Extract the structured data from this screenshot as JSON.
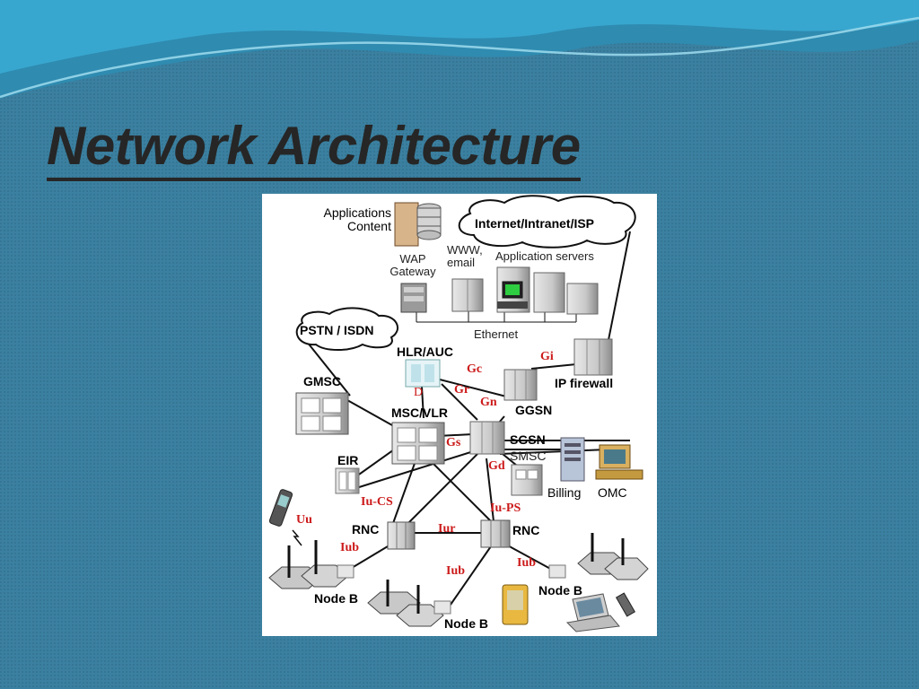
{
  "slide": {
    "title": "Network Architecture"
  },
  "diagram": {
    "labels": {
      "applications_content": "Applications\nContent",
      "internet": "Internet/Intranet/ISP",
      "www_email": "WWW,\nemail",
      "wap_gateway": "WAP\nGateway",
      "application_servers": "Application servers",
      "pstn": "PSTN / ISDN",
      "ethernet": "Ethernet",
      "hlr_auc": "HLR/AUC",
      "ip_firewall": "IP firewall",
      "gmsc": "GMSC",
      "msc_vlr": "MSC/VLR",
      "ggsn": "GGSN",
      "sgsn": "SGSN",
      "smsc": "SMSC",
      "eir": "EIR",
      "billing": "Billing",
      "omc": "OMC",
      "rnc_left": "RNC",
      "rnc_right": "RNC",
      "node_b_left": "Node B",
      "node_b_center": "Node B",
      "node_b_right": "Node B"
    },
    "interfaces": {
      "gi": "Gi",
      "gc": "Gc",
      "gr": "Gr",
      "gn": "Gn",
      "d": "D",
      "gs": "Gs",
      "gd": "Gd",
      "iu_cs": "Iu-CS",
      "iu_ps": "Iu-PS",
      "uu": "Uu",
      "iur": "Iur",
      "iub_left": "Iub",
      "iub_center": "Iub",
      "iub_right": "Iub"
    },
    "colors": {
      "interface_label": "#cc1a1a",
      "node_label": "#000000",
      "background": "#ffffff"
    }
  }
}
